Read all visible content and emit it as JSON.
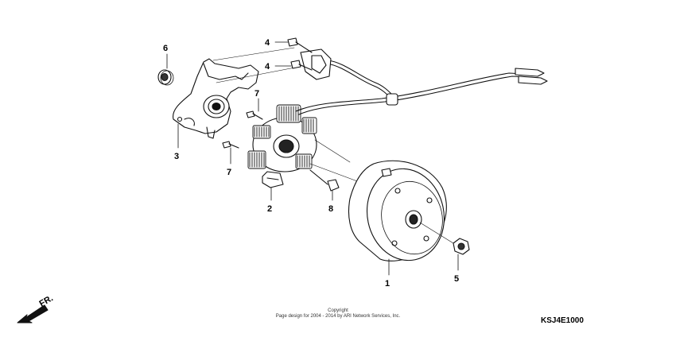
{
  "callouts": {
    "c1": "1",
    "c2": "2",
    "c3": "3",
    "c4a": "4",
    "c4b": "4",
    "c5": "5",
    "c6": "6",
    "c7a": "7",
    "c7b": "7",
    "c8": "8"
  },
  "direction_label": "FR.",
  "copyright": {
    "line1": "Copyright",
    "line2": "Page design for 2004 - 2014 by ARI Network Services, Inc."
  },
  "diagram_code": "KSJ4E1000"
}
